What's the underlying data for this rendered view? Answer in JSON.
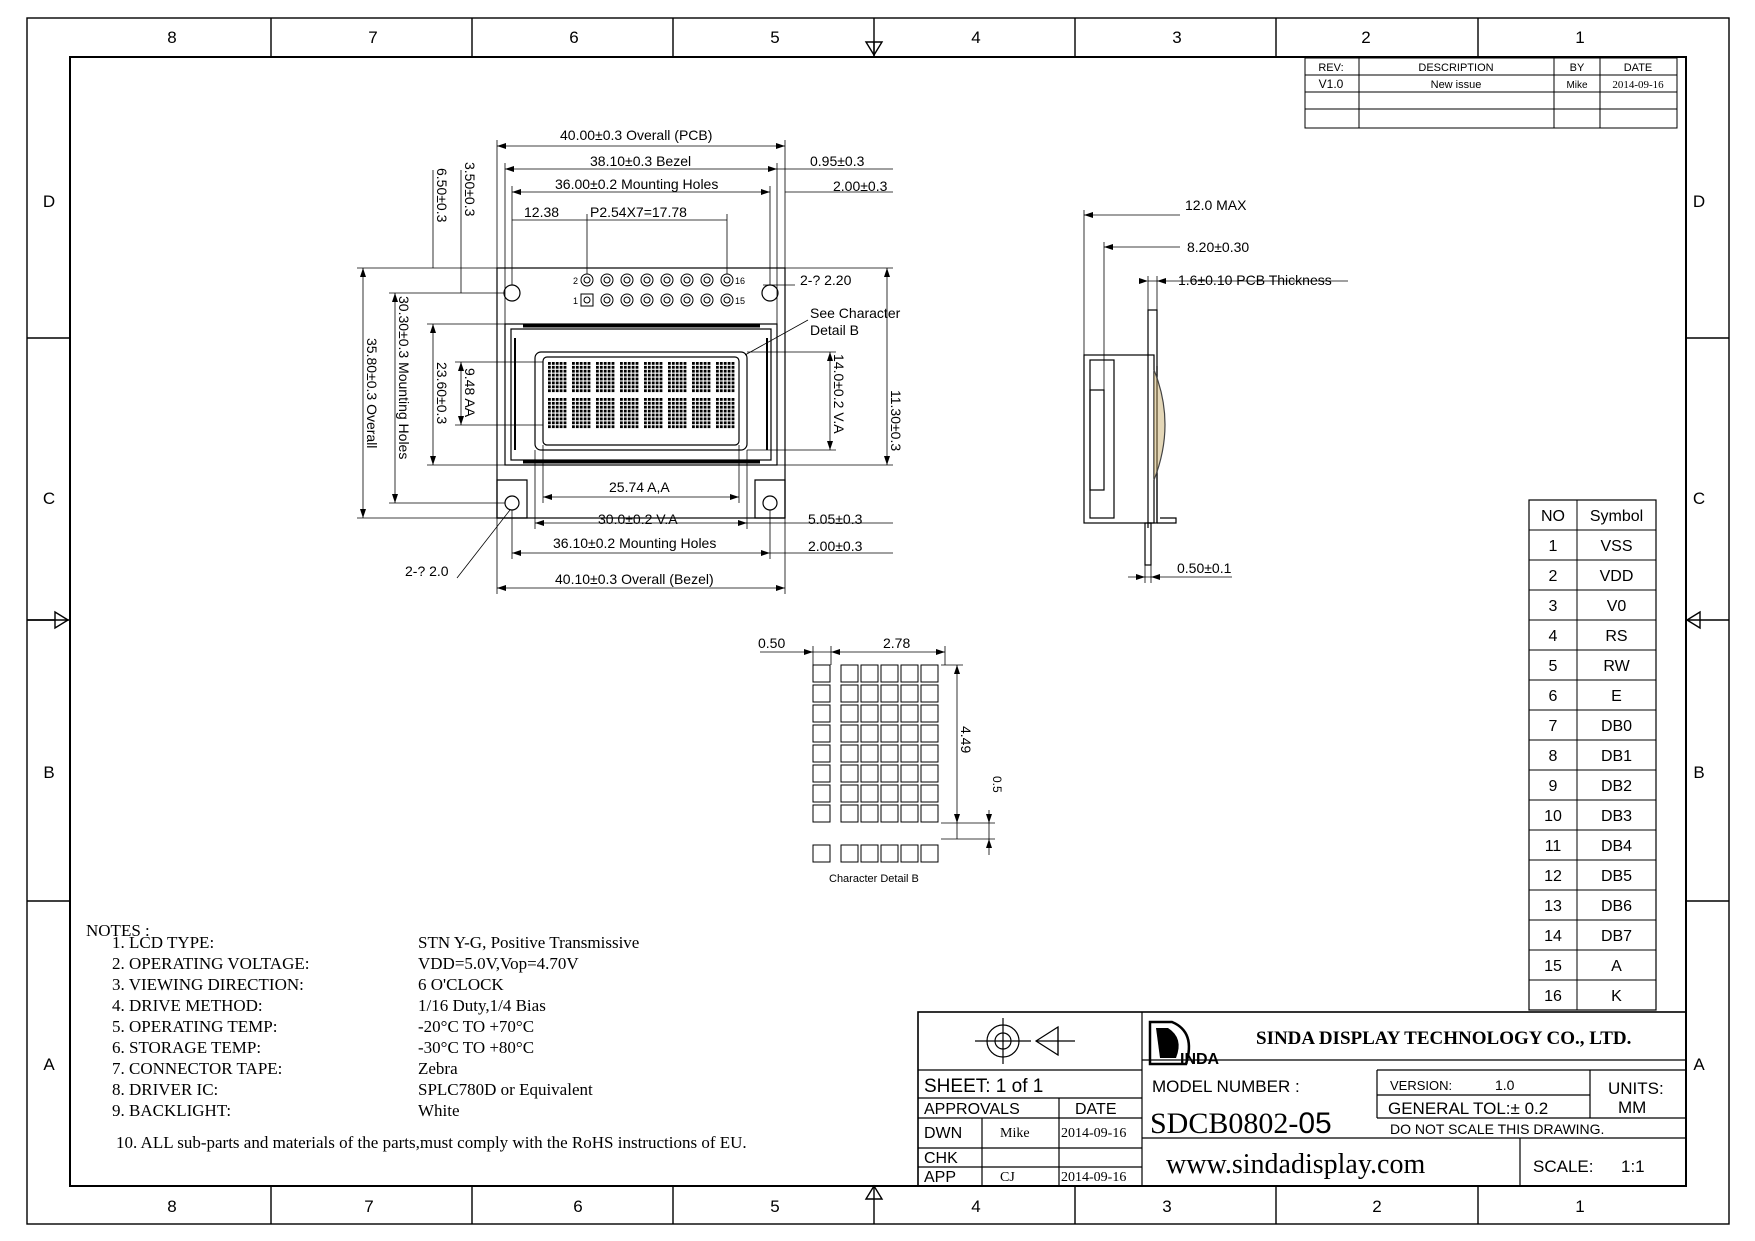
{
  "border": {
    "columns_top": [
      "8",
      "7",
      "6",
      "5",
      "4",
      "3",
      "2",
      "1"
    ],
    "columns_bottom": [
      "8",
      "7",
      "6",
      "5",
      "4",
      "3",
      "2",
      "1"
    ],
    "rows": [
      "D",
      "C",
      "B",
      "A"
    ]
  },
  "revision": {
    "headers": [
      "REV:",
      "DESCRIPTION",
      "BY",
      "DATE"
    ],
    "rows": [
      [
        "V1.0",
        "New issue",
        "Mike",
        "2014-09-16"
      ]
    ]
  },
  "front_view": {
    "dims": {
      "overall_pcb": "40.00±0.3 Overall (PCB)",
      "bezel_w": "38.10±0.3 Bezel",
      "holes_w_top": "36.00±0.2 Mounting Holes",
      "pin1": "12.38",
      "pitch": "P2.54X7=17.78",
      "gap1": "0.95±0.3",
      "gap2": "2.00±0.3",
      "hole_d": "2-? 2.20",
      "see_b1": "See Character",
      "see_b2": "Detail B",
      "top1": "3.50±0.3",
      "top2": "6.50±0.3",
      "h_overall": "35.80±0.3 Overall",
      "h_holes": "30.30±0.3  Mounting Holes",
      "h_bezel": "23.60±0.3",
      "aa_h": "9.48 AA",
      "va_h": "14.0±0.2 V.A",
      "off_h": "11.30±0.3",
      "aa_w": "25.74 A,A",
      "va_w": "30.0±0.2 V.A",
      "holes_w_bot": "36.10±0.2 Mounting Holes",
      "overall_bezel": "40.10±0.3  Overall (Bezel)",
      "gap3": "5.05±0.3",
      "gap4": "2.00±0.3",
      "hole_d2": "2-? 2.0",
      "pin_lbl_2": "2",
      "pin_lbl_1": "1",
      "pin_lbl_16": "16",
      "pin_lbl_15": "15"
    }
  },
  "side_view": {
    "dims": {
      "max": "12.0 MAX",
      "mid": "8.20±0.30",
      "pcb": "1.6±0.10 PCB Thickness",
      "pin": "0.50±0.1"
    }
  },
  "detail_b": {
    "w1": "0.50",
    "w2": "2.78",
    "h1": "4.49",
    "h2": "0.5",
    "caption": "Character Detail B"
  },
  "pin_table": {
    "headers": [
      "NO",
      "Symbol"
    ],
    "rows": [
      [
        "1",
        "VSS"
      ],
      [
        "2",
        "VDD"
      ],
      [
        "3",
        "V0"
      ],
      [
        "4",
        "RS"
      ],
      [
        "5",
        "RW"
      ],
      [
        "6",
        "E"
      ],
      [
        "7",
        "DB0"
      ],
      [
        "8",
        "DB1"
      ],
      [
        "9",
        "DB2"
      ],
      [
        "10",
        "DB3"
      ],
      [
        "11",
        "DB4"
      ],
      [
        "12",
        "DB5"
      ],
      [
        "13",
        "DB6"
      ],
      [
        "14",
        "DB7"
      ],
      [
        "15",
        "A"
      ],
      [
        "16",
        "K"
      ]
    ]
  },
  "notes": {
    "title": "NOTES :",
    "items": [
      {
        "label": "1. LCD TYPE:",
        "value": "STN Y-G, Positive Transmissive"
      },
      {
        "label": "2. OPERATING VOLTAGE:",
        "value": "VDD=5.0V,Vop=4.70V"
      },
      {
        "label": "3. VIEWING DIRECTION:",
        "value": "6 O'CLOCK"
      },
      {
        "label": "4. DRIVE METHOD:",
        "value": "1/16 Duty,1/4 Bias"
      },
      {
        "label": "5. OPERATING TEMP:",
        "value": "-20°C TO +70°C"
      },
      {
        "label": "6. STORAGE TEMP:",
        "value": "-30°C TO +80°C"
      },
      {
        "label": "7. CONNECTOR TAPE:",
        "value": "Zebra"
      },
      {
        "label": "8. DRIVER IC:",
        "value": "SPLC780D or Equivalent"
      },
      {
        "label": "9. BACKLIGHT:",
        "value": "White"
      }
    ],
    "last": "10. ALL sub-parts and materials of the parts,must comply with the RoHS instructions of EU."
  },
  "title_block": {
    "company": "SINDA DISPLAY  TECHNOLOGY  CO., LTD.",
    "logo": "INDA",
    "sheet": "SHEET:  1  of  1",
    "approvals": "APPROVALS",
    "date": "DATE",
    "dwn": "DWN",
    "dwn_name": "Mike",
    "dwn_date": "2014-09-16",
    "chk": "CHK",
    "app": "APP",
    "app_name": "CJ",
    "app_date": "2014-09-16",
    "model_label": "MODEL  NUMBER  :",
    "model": "SDCB0802-",
    "model_suffix": "05",
    "version_label": "VERSION:",
    "version": "1.0",
    "units_label": "UNITS:",
    "units": "MM",
    "tol": "GENERAL  TOL:± 0.2",
    "noscale": "DO  NOT  SCALE  THIS  DRAWING.",
    "web": "www.sindadisplay.com",
    "scale_label": "SCALE:",
    "scale": "1:1"
  }
}
